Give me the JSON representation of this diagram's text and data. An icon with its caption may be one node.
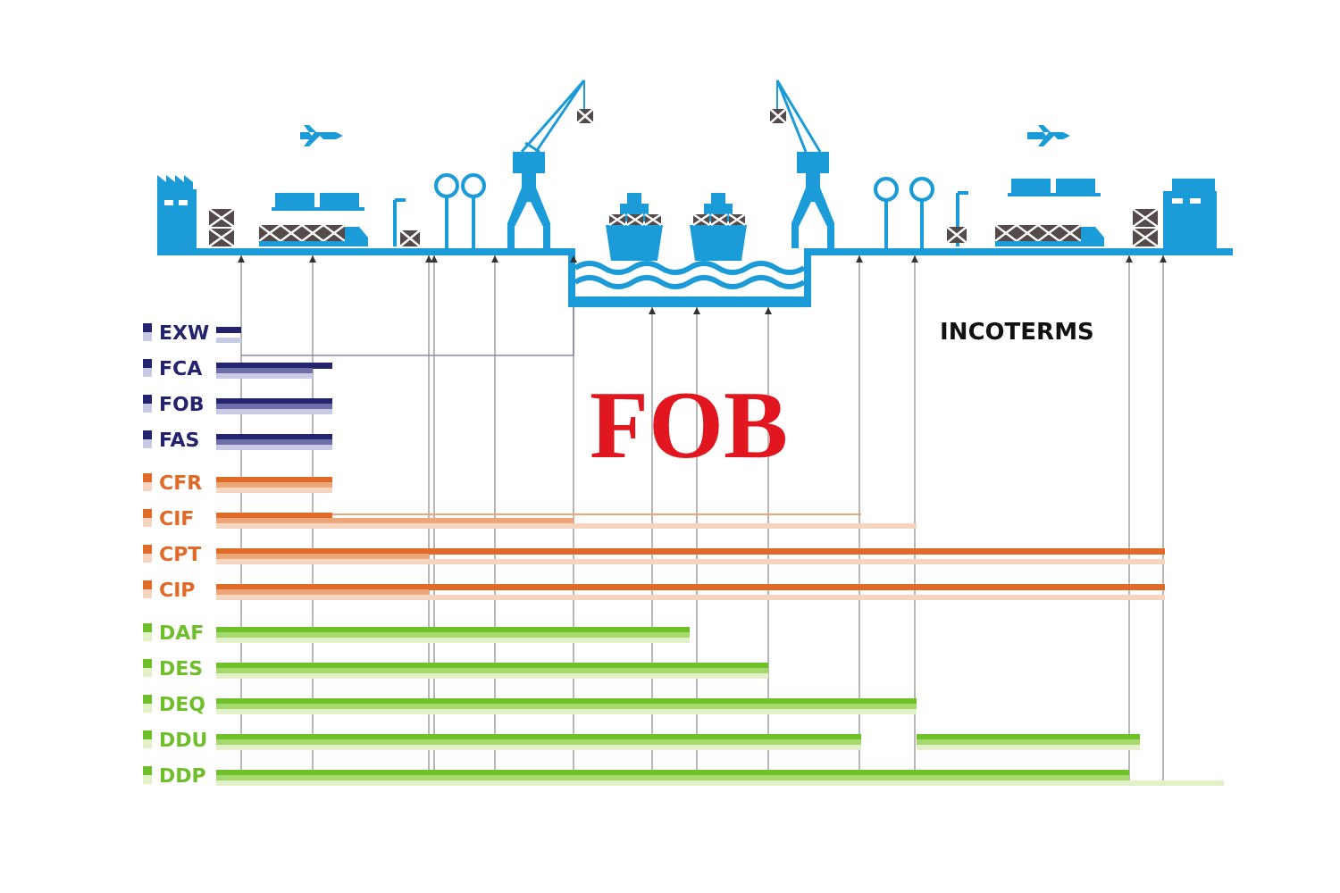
{
  "diagram": {
    "title": "FOB",
    "labels": [
      "INCOTERMS",
      "EXW",
      "FCA",
      "FOB",
      "FAS",
      "CFR",
      "CIF",
      "CPT",
      "CIP",
      "DAF",
      "DES",
      "DEQ",
      "DDU",
      "DDP"
    ]
  }
}
